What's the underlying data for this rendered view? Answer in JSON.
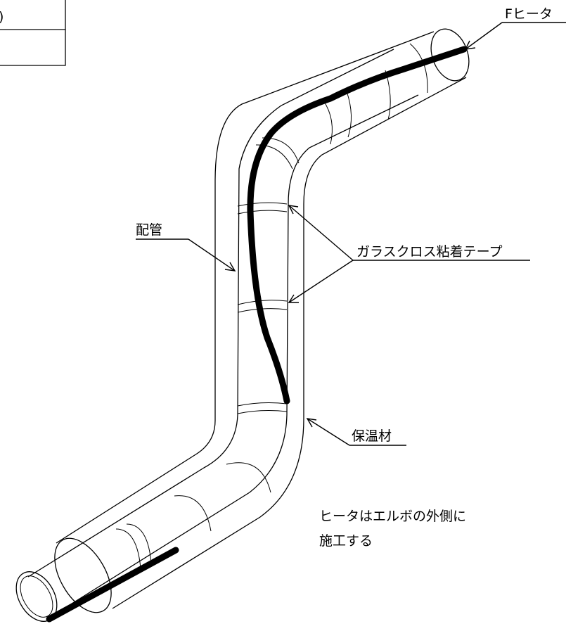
{
  "labels": {
    "heater": "Fヒータ",
    "pipe": "配管",
    "tape": "ガラスクロス粘着テープ",
    "insulation": "保温材"
  },
  "note": {
    "line1": "ヒータはエルボの外側に",
    "line2": "施工する"
  },
  "title_block": {
    "partial_mark": ")"
  }
}
